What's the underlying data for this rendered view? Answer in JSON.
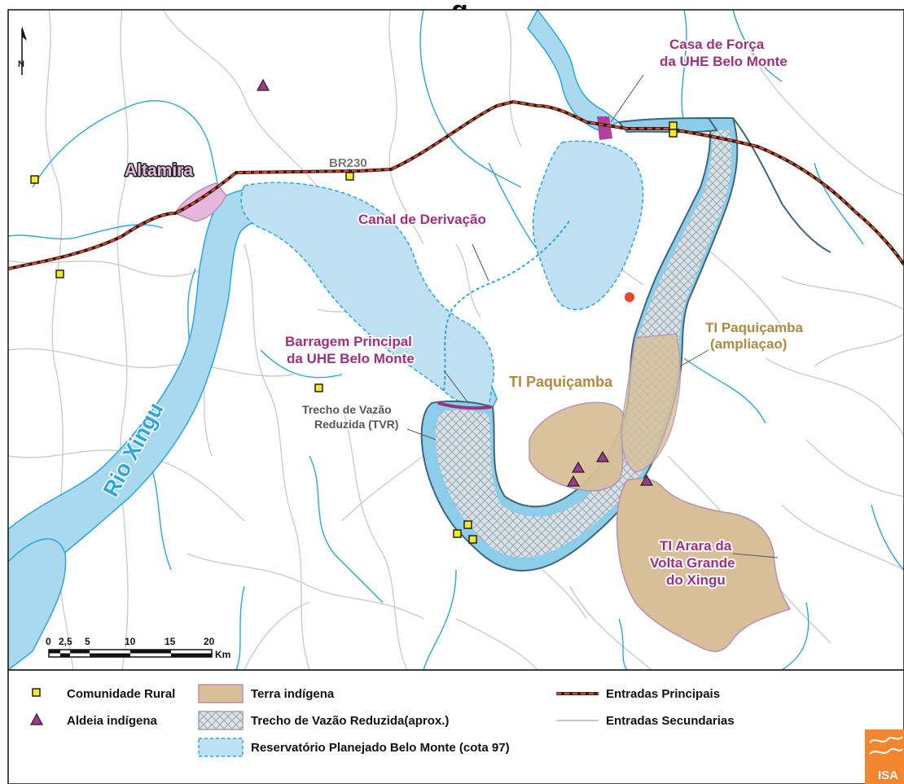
{
  "title_fragment": "g",
  "north": "N",
  "colors": {
    "river": "#a9d9ef",
    "river_outline": "#2aa7de",
    "reservoir": "#bfe0f2",
    "tvr_fill": "#d8dde2",
    "indigenous_land": "#d8bf97",
    "indigenous_outline": "#b58fb6",
    "road_main_red": "#e8452a",
    "road_secondary": "#c9c9c9",
    "magenta": "#a0307e",
    "gold": "#b08a3e",
    "community": "#f7ea1d",
    "village": "#9b3a8c",
    "isa": "#f2852f"
  },
  "labels": {
    "altamira": "Altamira",
    "br230": "BR230",
    "canal": "Canal de Derivação",
    "casa_forca_1": "Casa de Força",
    "casa_forca_2": "da UHE Belo Monte",
    "barragem_1": "Barragem Principal",
    "barragem_2": "da UHE Belo Monte",
    "tvr_1": "Trecho de Vazão",
    "tvr_2": "Reduzida (TVR)",
    "paquicamba": "TI Paquiçamba",
    "paquicamba_amp_1": "TI Paquiçamba",
    "paquicamba_amp_2": "(ampliaçao)",
    "arara_1": "TI Arara da",
    "arara_2": "Volta Grande",
    "arara_3": "do Xingu",
    "rio_xingu": "Rio Xingu"
  },
  "scale": {
    "ticks": [
      "0",
      "2,5",
      "5",
      "10",
      "15",
      "20"
    ],
    "unit": "Km"
  },
  "legend": {
    "comunidade": "Comunidade Rural",
    "aldeia": "Aldeia indígena",
    "terra": "Terra indígena",
    "trecho": "Trecho de Vazão Reduzida(aprox.)",
    "reservatorio": "Reservatório Planejado Belo Monte (cota 97)",
    "entradas_principais": "Entradas Principais",
    "entradas_secundarias": "Entradas Secundarias"
  },
  "logo": "ISA"
}
